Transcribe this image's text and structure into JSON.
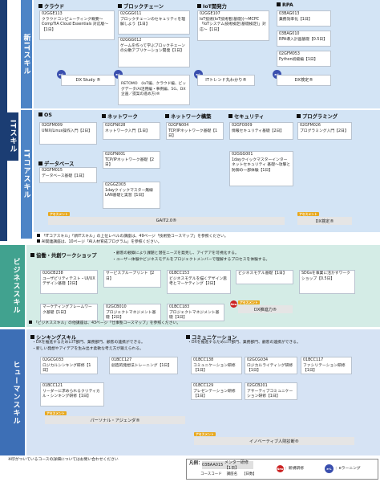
{
  "sections": {
    "it_skill": "ITスキル",
    "new_it_skill": "新ITスキル",
    "it_core_skill": "ITコアスキル",
    "business_skill": "ビジネススキル",
    "human_skill": "ヒューマンスキル"
  },
  "new_it": {
    "categories": [
      "クラウド",
      "ブロックチェーン",
      "IoT開発力",
      "RPA"
    ],
    "cards": [
      "02GGE113\nクラウドコンピューティング概要〜CompTIA Cloud Essentials 対応版〜【1日】",
      "02GGG011\nブロックチェーンのセキュリティを理解しよう【1日】",
      "02GGG012\nゲームを作って学ぶブロックチェーンの分散アプリケーション開発【1日】",
      "02GGE107\nIoT技術(IoT技術者(基礎))〜MCPC「IoTシステム技術検定(基礎検定)」対応〜【1日】",
      "03BAG013\n業務効率化【1日】",
      "03BAG010\nRPA導入計画基礎【0.5日】",
      "02GFM053\nPython初級編【1日】"
    ],
    "elearning": [
      "DX Study ®",
      "RETOMO　(IoT編、クラウド編、ビッグデータ/AI活用編・事例編、5G、DX企画／提案の進め方)®",
      "ITトレンド丸わかり®",
      "DX検定®"
    ]
  },
  "core": {
    "categories": [
      "OS",
      "ネットワーク",
      "ネットワーク構築",
      "セキュリティ",
      "プログラミング",
      "データベース"
    ],
    "cards": [
      "02GFM009\nUNIX/Linux操作入門【2日】",
      "02GFN028\nネットワーク入門【1日】",
      "02GFN004\nTCP/IPネットワーク基礎【1日】",
      "02GFO009\n情報セキュリティ基礎【2日】",
      "02GFM026\nプログラミング入門【2日】",
      "02GFM015\nデータベース基礎【1日】",
      "02GFN001\nTCP/IPネットワーク基礎【2日】",
      "02GGZ003\n1dayクイックマスター無線LAN基礎と実習【1日】",
      "02GGG001\n1dayクイックマスターインターネットセキュリティ 基礎〜攻撃と防御の一部体験【1日】"
    ],
    "assessment_label": "アセスメント",
    "assessments": [
      "GAIT2.0®",
      "DX検定®"
    ]
  },
  "it_notes": [
    "「ITコアスキル」「新ITスキル」の上位レベルの講座は、49ページ「技術塾コースマップ」を参照ください。",
    "AI関連講座は、10ページ「AI人材育成プログラム」を参照ください。"
  ],
  "business": {
    "category": "協働・共創ワークショップ",
    "bullets": [
      "顧客の観察により課題と潜在ニーズを発見し、アイデアを可視化する。",
      "ユーザー体験やビジネスモデルをプロジェクトメンバーで理解するプロセスを体験する。"
    ],
    "cards": [
      "02GCB238\nユーザビリティテスト・UI/UXデザイン基礎【2日】",
      "サービスブループリント【2日】",
      "01BCC153\nビジネスモデルを描くデザイン思考とマーケティング【2日】",
      "ビジネスモデル基礎【1日】",
      "SDGsを事業に活かすワークショップ【0.5日】",
      "マーケティングフレームワーク基礎【1日】",
      "02GCB010\nプロジェクトマネジメント基礎【2日】",
      "01BCC183\nプロジェクトマネジメント基礎【1日】"
    ],
    "new_label": "New",
    "assessment_label": "アセスメント",
    "assessment": "DX推進力®",
    "note": "「ビジネススキル」の他講座は、43ページ「仕事塾コースマップ」を参照ください。"
  },
  "human": {
    "left_category": "シンキングスキル",
    "left_bullets": [
      "DXを推進するためにIT部門、業務部門、顧客の連携ができる。",
      "新しい発想やアイデアを生み出す柔軟な考え方が鍛えられる。"
    ],
    "right_category": "コミュニケーション",
    "right_bullets": [
      "DXを推進するためにIT部門、業務部門、顧客の連携ができる。"
    ],
    "cards": [
      "02GCG033\nロジカルシンキング研修【1日】",
      "01BCC127\n創造的発想法トレーニング【1日】",
      "01BCC138\nコミュニケーション研修【1日】",
      "02GCG034\nロジカルライティング研修【1日】",
      "01BCC117\nファシリテーション研修【1日】",
      "01BCC121\nリーダーに求められるクリティカル・シンキング研修【1日】",
      "01BCC129\nプレゼンテーション研修【1日】",
      "02GCB201\nアサーティブコミュニケーション研修【1日】"
    ],
    "assessment_label": "アセスメント",
    "assessments": [
      "パーソナル・アジェンダ®",
      "イノベーティブ人財診断®"
    ]
  },
  "footnote": "※印がついているコースの詳細についてはお問い合わせください",
  "legend": {
    "label": "凡例：",
    "code": "03BAA015",
    "sample": "メンター研修【1日】",
    "headers": [
      "コースコード",
      "講座名",
      "【日数】"
    ],
    "new_label": "New",
    "new_text": "：新規研修",
    "el_label": "e-L",
    "el_text": "：eラーニング"
  }
}
